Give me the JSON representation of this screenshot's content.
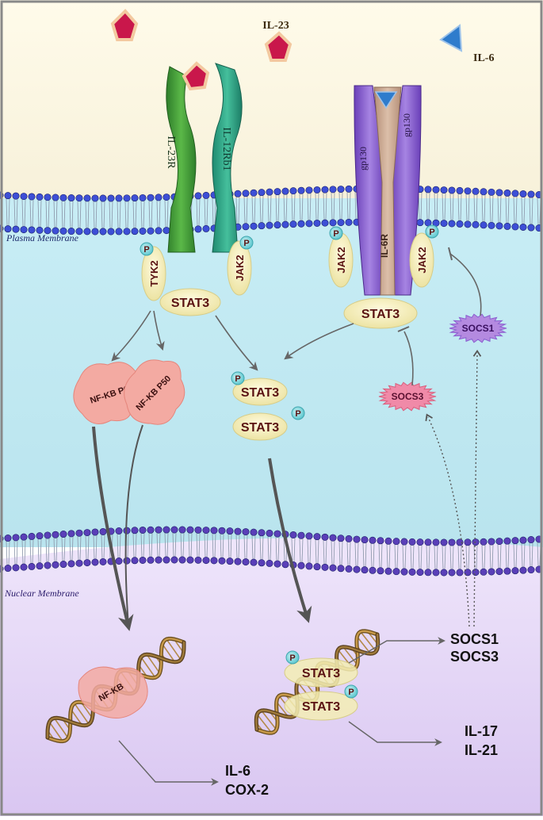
{
  "ligands": {
    "il23": "IL-23",
    "il6": "IL-6"
  },
  "membranes": {
    "plasma": "Plasma Membrane",
    "nuclear": "Nuclear Membrane"
  },
  "receptors": {
    "il23r": "IL-23R",
    "il12rb1": "IL-12Rb1",
    "gp130_left": "gp130",
    "gp130_right": "gp130",
    "il6r": "IL-6R"
  },
  "kinases": {
    "tyk2": "TYK2",
    "jak2_a": "JAK2",
    "jak2_b": "JAK2",
    "jak2_c": "JAK2"
  },
  "phospho": "P",
  "stat": {
    "stat3_il23": "STAT3",
    "stat3_il6": "STAT3",
    "dimer_top": "STAT3",
    "dimer_bottom": "STAT3",
    "dna_top": "STAT3",
    "dna_bottom": "STAT3"
  },
  "nfkb": {
    "p65": "NF-KB P65",
    "p50": "NF-KB P50",
    "dna": "NF-KB"
  },
  "socs": {
    "socs1": "SOCS1",
    "socs3": "SOCS3"
  },
  "outputs": {
    "socs1_gene": "SOCS1",
    "socs3_gene": "SOCS3",
    "il17": "IL-17",
    "il21": "IL-21",
    "il6_gene": "IL-6",
    "cox2": "COX-2"
  },
  "colors": {
    "extracellular": "#fdf8e6",
    "cytoplasm": "#cdeef4",
    "nucleus": "#e3d6f3",
    "membrane_head": "#3d4fd6",
    "nuclear_head": "#5a3fb8",
    "il23r": "#4aa63c",
    "il12rb1": "#2fa889",
    "gp130": "#8a5fd0",
    "il6r": "#c9a48c",
    "kinase": "#f3edb4",
    "phospho": "#7fd6dc",
    "nfkb": "#f2a7a0",
    "socs1": "#b48ae0",
    "socs3": "#f08aa8",
    "label_dark": "#5a1212"
  }
}
